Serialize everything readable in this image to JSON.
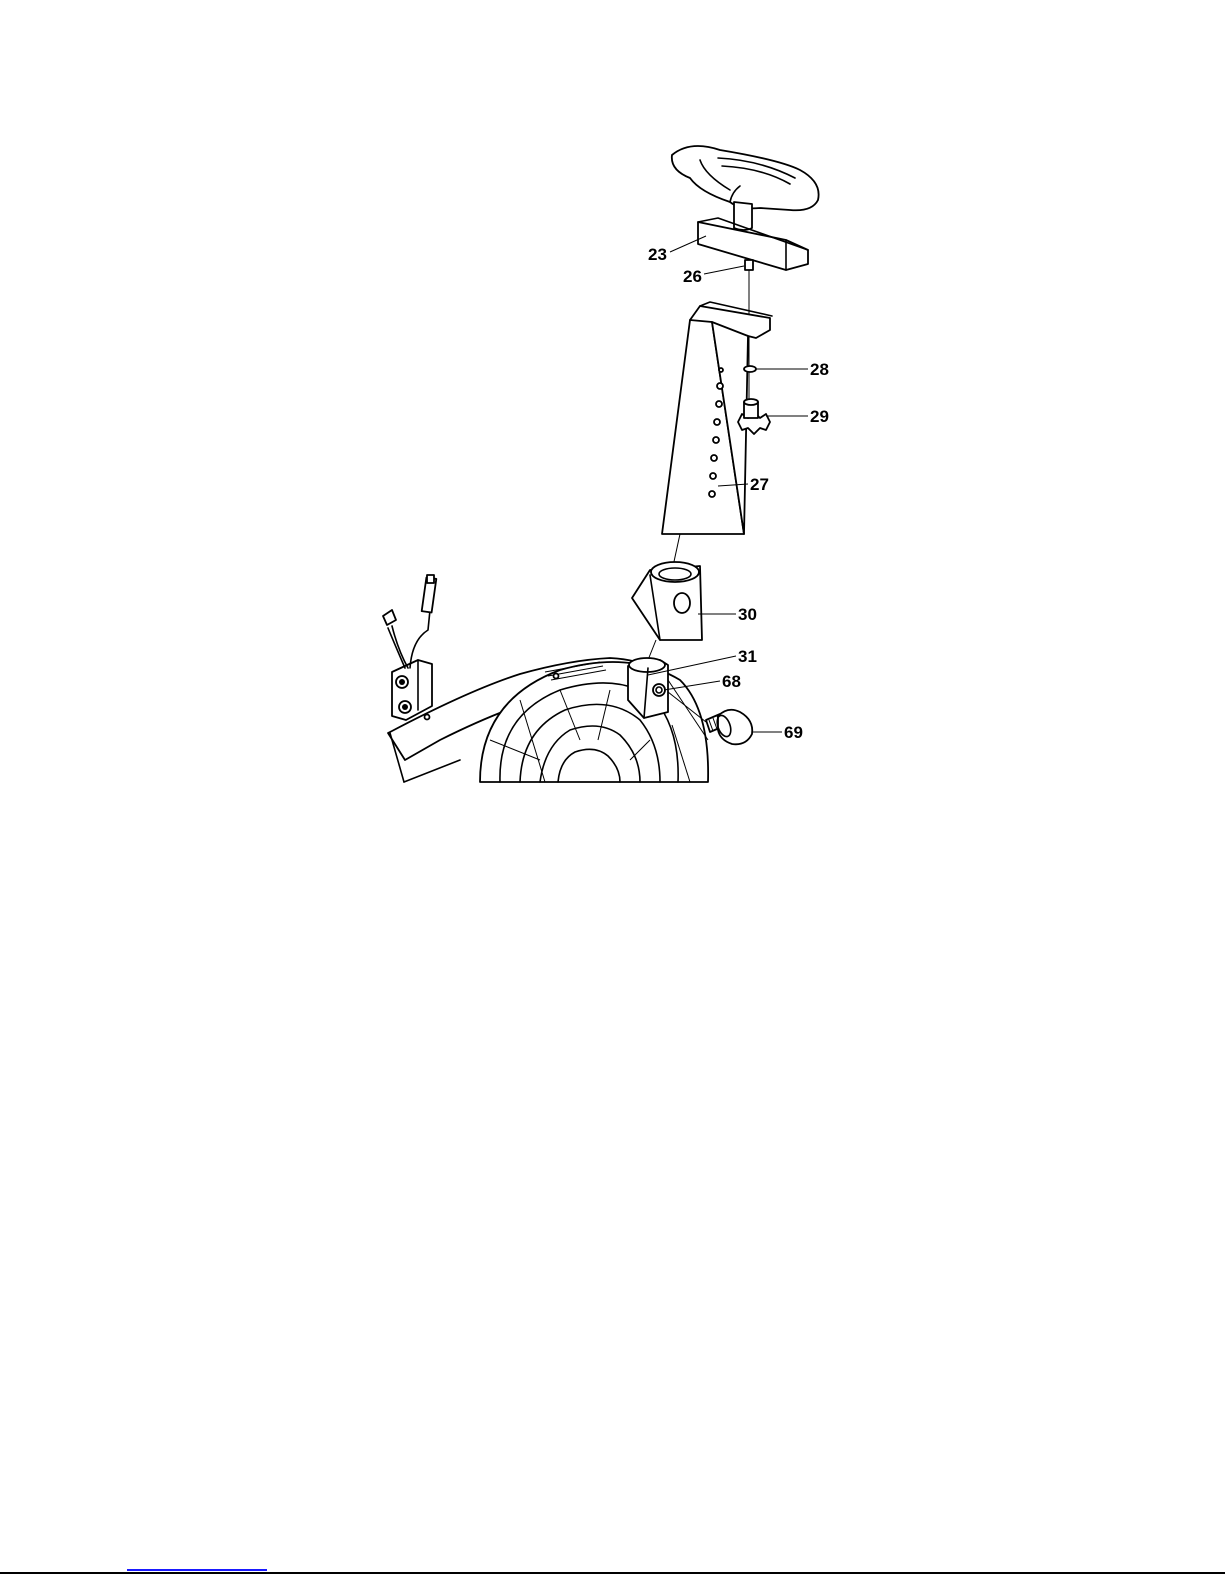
{
  "callouts": [
    {
      "id": "23",
      "text": "23"
    },
    {
      "id": "26",
      "text": "26"
    },
    {
      "id": "28",
      "text": "28"
    },
    {
      "id": "29",
      "text": "29"
    },
    {
      "id": "27",
      "text": "27"
    },
    {
      "id": "30",
      "text": "30"
    },
    {
      "id": "31",
      "text": "31"
    },
    {
      "id": "68",
      "text": "68"
    },
    {
      "id": "69",
      "text": "69"
    }
  ],
  "colors": {
    "line": "#000000",
    "background": "#ffffff",
    "link": "#1a1aff"
  }
}
